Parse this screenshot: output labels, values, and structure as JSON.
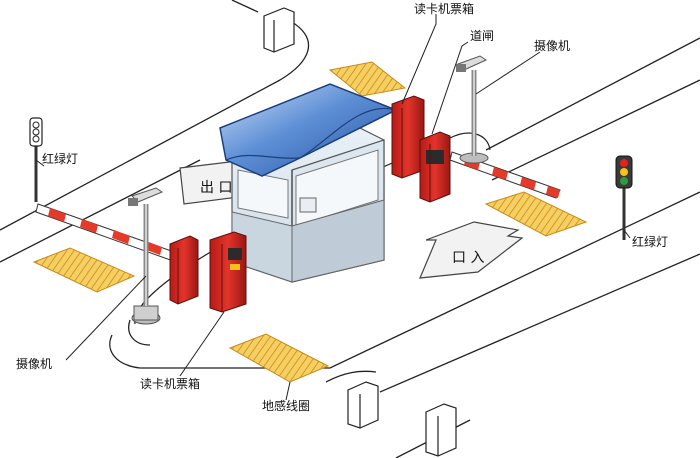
{
  "labels": {
    "card_reader_top": "读卡机票箱",
    "barrier_gate": "道闸",
    "camera_top": "摄像机",
    "traffic_light_left": "红绿灯",
    "traffic_light_right": "红绿灯",
    "camera_bottom": "摄像机",
    "card_reader_bottom": "读卡机票箱",
    "loop_detector": "地感线圈"
  },
  "arrows": {
    "exit": "出 口",
    "entry": "口 入"
  },
  "colors": {
    "barrier_red": "#d8261f",
    "barrier_dark_red": "#8a1a15",
    "roof_blue": "#2f64b8",
    "roof_light": "#9cc0ea",
    "loop_yellow": "#f4c24a",
    "light_red": "#e0241c",
    "light_amber": "#f3c11a",
    "light_green": "#2f9a3a"
  }
}
